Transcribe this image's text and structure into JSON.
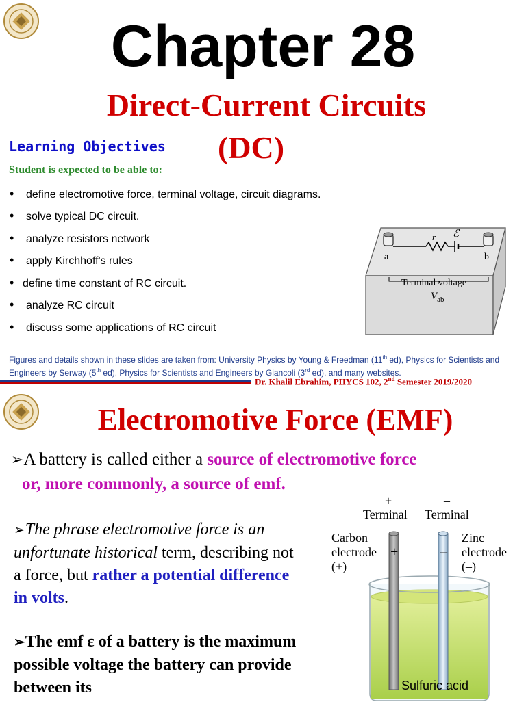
{
  "slide1": {
    "title": "Chapter 28",
    "subtitle_line1": "Direct-Current Circuits",
    "subtitle_line2": "(DC)",
    "objectives_heading": "Learning Objectives",
    "objectives_intro": "Student is expected to be able to:",
    "bullet_glyph": "•",
    "objectives": [
      "define electromotive force, terminal voltage, circuit diagrams.",
      "solve typical DC circuit.",
      "analyze resistors network",
      "apply Kirchhoff's rules",
      "define time constant of RC circuit.",
      "analyze RC circuit",
      "discuss some applications of RC circuit"
    ],
    "diagram": {
      "label_r": "r",
      "label_emf": "ℰ",
      "label_a": "a",
      "label_b": "b",
      "caption": "Terminal voltage",
      "caption_symbol": "V",
      "caption_subscript": "ab"
    },
    "credits": {
      "part1": "Figures and details shown in these slides are taken from: University Physics by Young & Freedman (11",
      "sup1": "th",
      "part2": " ed), Physics for Scientists and Engineers by Serway (5",
      "sup2": "th",
      "part3": " ed), Physics for Scientists and Engineers by Giancoli (3",
      "sup3": "rd",
      "part4": " ed), and many websites."
    },
    "instructor": {
      "part1": "Dr. Khalil Ebrahim, PHYCS 102, 2",
      "sup": "nd",
      "part2": " Semester 2019/2020"
    }
  },
  "slide2": {
    "title": "Electromotive Force (EMF)",
    "arrow_glyph": "➢",
    "p1": {
      "text1": "A battery is called either a ",
      "highlight1": "source of electromotive force",
      "highlight2": "or, more commonly, a source of emf."
    },
    "p2": {
      "italic": "The phrase electromotive force is an unfortunate historical",
      "normal": " term, describing not a force, but ",
      "blue": "rather a potential difference in volts",
      "end": "."
    },
    "p3": {
      "text1": "The emf ",
      "symbol": "ε",
      "text2": " of a battery is the maximum possible voltage the battery can provide between its"
    },
    "battery_diagram": {
      "plus_sign": "+",
      "minus_sign": "–",
      "terminal_left": "Terminal",
      "terminal_right": "Terminal",
      "carbon_line1": "Carbon",
      "carbon_line2": "electrode",
      "carbon_line3": "(+)",
      "zinc_line1": "Zinc",
      "zinc_line2": "electrode",
      "zinc_line3": "(–)",
      "rod_plus": "+",
      "rod_minus": "–",
      "acid_label": "Sulfuric acid"
    }
  },
  "colors": {
    "red_heading": "#d00000",
    "blue_heading": "#1010c8",
    "green_intro": "#2e8b2e",
    "magenta_highlight": "#c010b0",
    "credits_blue": "#1f3b8c",
    "acid_green": "#c8e070"
  },
  "icons": {
    "logo": "university-seal-icon"
  }
}
